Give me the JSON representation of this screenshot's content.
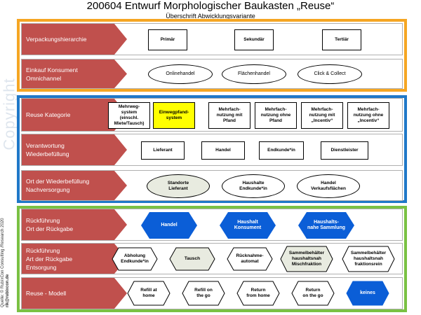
{
  "title": "200604 Entwurf Morphologischer Baukasten „Reuse“",
  "subtitle": "Überschrift Abwicklungsvariante",
  "watermark": "Copyright",
  "source": [
    "Quelle: © RubíxCon Consulting /Research 2020",
    "rik@rubixcon.de"
  ],
  "colors": {
    "label_bg": "#c0504d",
    "orange": "#f5a623",
    "blue": "#1f78c8",
    "green": "#7ac143",
    "hex_blue": "#0b5ed7",
    "yellow": "#ffff00",
    "gray_fill": "#e8ebe0"
  },
  "rows": [
    {
      "label": [
        "Verpackungshierarchie"
      ],
      "options": [
        [
          "Primär"
        ],
        [
          "Sekundär"
        ],
        [
          "Tertiär"
        ]
      ]
    },
    {
      "label": [
        "Einkauf Konsument",
        "Omnichannel"
      ],
      "options": [
        [
          "Onlinehandel"
        ],
        [
          "Flächenhandel"
        ],
        [
          "Click & Collect"
        ]
      ]
    },
    {
      "label": [
        "Reuse Kategorie"
      ],
      "options": [
        [
          "Mehrweg-",
          "system",
          "(einschl.",
          "Miete/Tausch)"
        ],
        [
          "Einwegpfand-",
          "system"
        ],
        [
          "Mehrfach-",
          "nutzung mit",
          "Pfand"
        ],
        [
          "Mehrfach-",
          "nutzung ohne",
          "Pfand"
        ],
        [
          "Mehrfach-",
          "nutzung mit",
          "„Incentiv“"
        ],
        [
          "Mehrfach-",
          "nutzung ohne",
          "„Incentiv“"
        ]
      ]
    },
    {
      "label": [
        "Verantwortung",
        "Wiederbefüllung"
      ],
      "options": [
        [
          "Lieferant"
        ],
        [
          "Handel"
        ],
        [
          "Endkunde*in"
        ],
        [
          "Dienstleister"
        ]
      ]
    },
    {
      "label": [
        "Ort  der Wiederbefüllung",
        "Nachversorgung"
      ],
      "options": [
        [
          "Standorte",
          "Lieferant"
        ],
        [
          "Haushalte",
          "Endkunde*in"
        ],
        [
          "Handel",
          "Verkaufsflächen"
        ]
      ]
    },
    {
      "label": [
        "Rückführung",
        "Ort der Rückgabe"
      ],
      "options": [
        [
          "Handel"
        ],
        [
          "Haushalt",
          "Konsument"
        ],
        [
          "Haushalts-",
          "nahe Sammlung"
        ]
      ]
    },
    {
      "label": [
        "Rückführung",
        "Art  der Rückgabe",
        "Entsorgung"
      ],
      "options": [
        [
          "Abholung",
          "Endkunde*in"
        ],
        [
          "Tausch"
        ],
        [
          "Rücknahme-",
          "automat"
        ],
        [
          "Sammelbehälter",
          "haushaltsnah",
          "Mischfraktion"
        ],
        [
          "Sammelbehälter",
          "haushaltsnah",
          "fraktionsrein"
        ]
      ]
    },
    {
      "label": [
        "Reuse  - Modell"
      ],
      "options": [
        [
          "Refill at",
          "home"
        ],
        [
          "Refill on",
          "the go"
        ],
        [
          "Return",
          "from home"
        ],
        [
          "Return",
          "on the go"
        ],
        [
          "keines"
        ]
      ]
    }
  ]
}
